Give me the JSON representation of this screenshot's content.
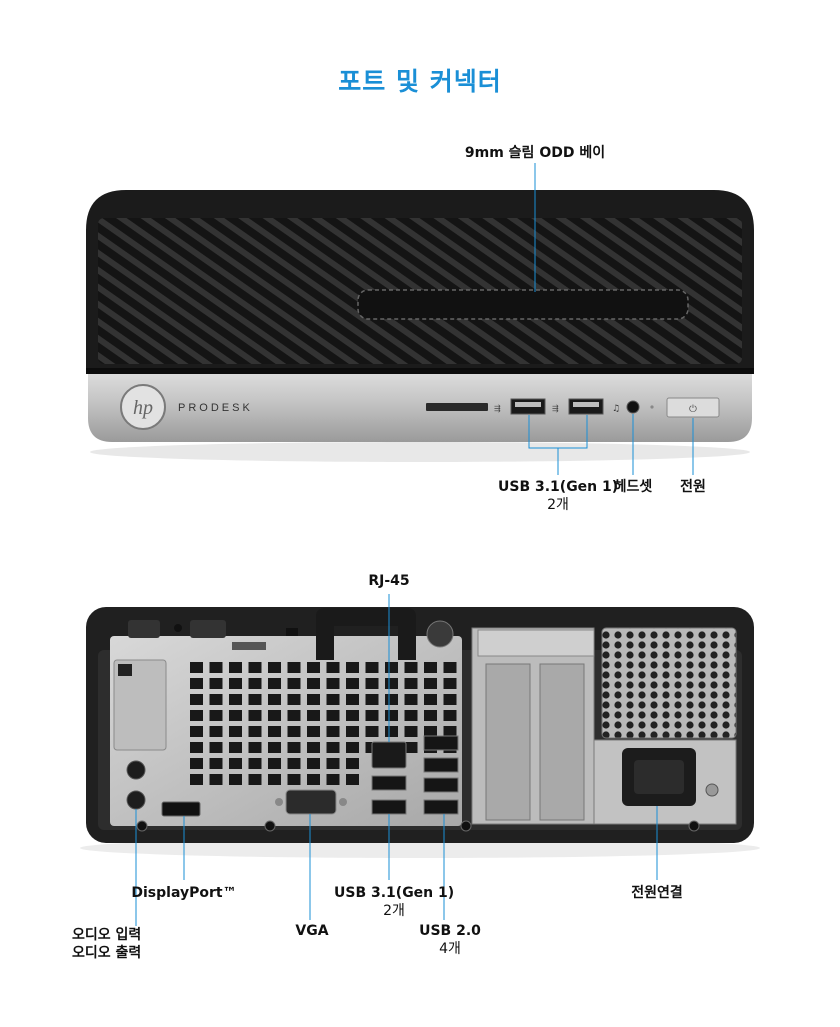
{
  "title": "포트 및 커넥터",
  "front": {
    "brand": "PRODESK",
    "logo_text": "hp",
    "labels": {
      "odd_bay": "9mm 슬림 ODD 베이",
      "usb_front": "USB 3.1(Gen 1)",
      "usb_front_count": "2개",
      "headset": "헤드셋",
      "power": "전원"
    }
  },
  "rear": {
    "labels": {
      "rj45": "RJ-45",
      "displayport": "DisplayPort™",
      "usb31": "USB 3.1(Gen 1)",
      "usb31_count": "2개",
      "power_conn": "전원연결",
      "audio_in": "오디오 입력",
      "audio_out": "오디오 출력",
      "vga": "VGA",
      "usb20": "USB 2.0",
      "usb20_count": "4개"
    }
  },
  "colors": {
    "accent": "#1a8fd6",
    "leader": "#1a8fd6",
    "chassis": "#1e1e1e",
    "silver": "#c9c9c9"
  }
}
